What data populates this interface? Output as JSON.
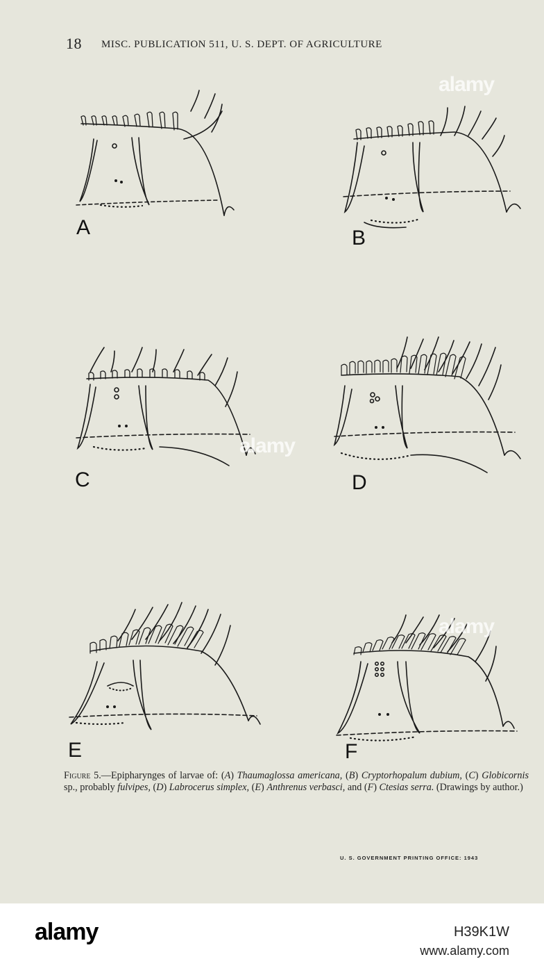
{
  "header": {
    "page_number": "18",
    "running_title": "MISC. PUBLICATION 511, U. S. DEPT. OF AGRICULTURE"
  },
  "figure": {
    "panels": [
      {
        "id": "A",
        "label": "A"
      },
      {
        "id": "B",
        "label": "B"
      },
      {
        "id": "C",
        "label": "C"
      },
      {
        "id": "D",
        "label": "D"
      },
      {
        "id": "E",
        "label": "E"
      },
      {
        "id": "F",
        "label": "F"
      }
    ]
  },
  "caption": {
    "lead": "Figure 5.",
    "t1": "—Epipharynges of larvae of: (",
    "a_letter": "A",
    "a_close": ") ",
    "a_name": "Thaumaglossa americana,",
    "b_open": " (",
    "b_letter": "B",
    "b_close": ") ",
    "b_name": "Cryptorhopalum dubium,",
    "c_open": " (",
    "c_letter": "C",
    "c_close": ") ",
    "c_name": "Globicornis",
    "c_rest": " sp., probably ",
    "c_species": "fulvipes,",
    "d_open": " (",
    "d_letter": "D",
    "d_close": ") ",
    "d_name": "Labrocerus simplex,",
    "e_open": " (",
    "e_letter": "E",
    "e_close": ") ",
    "e_name": "Anthrenus verbasci,",
    "f_open": " and (",
    "f_letter": "F",
    "f_close": ") ",
    "f_name": "Ctesias serra.",
    "tail": " (Drawings by author.)"
  },
  "printer": "U. S. GOVERNMENT PRINTING OFFICE: 1943",
  "watermark": {
    "text": "alamy",
    "brand": "alamy",
    "stock_id": "H39K1W",
    "url": "www.alamy.com"
  },
  "colors": {
    "paper": "#e6e6dc",
    "ink": "#1a1a1a"
  }
}
